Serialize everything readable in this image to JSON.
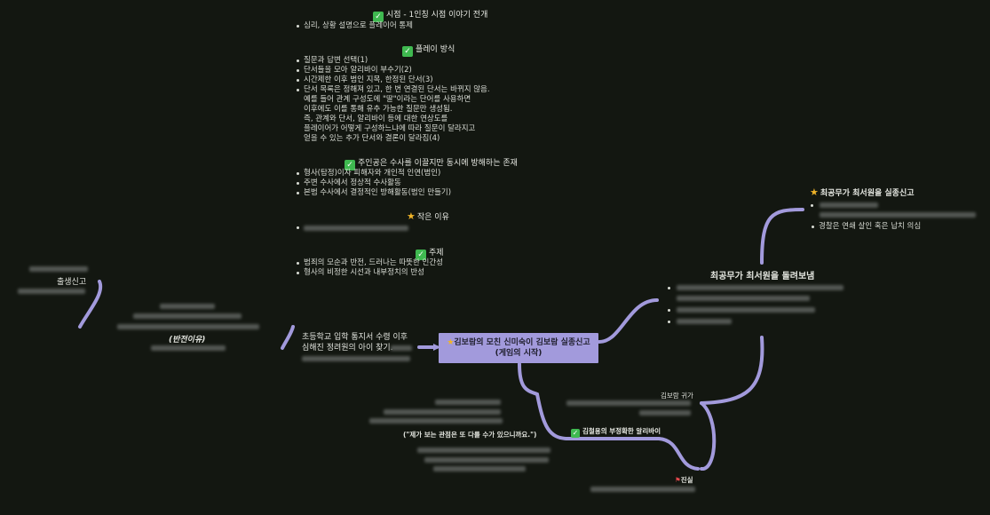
{
  "sections": {
    "viewpoint": {
      "title": "시점 - 1인칭 시점 이야기 전개",
      "items": [
        "심리, 상황 설명으로 플레이어 통제"
      ]
    },
    "play": {
      "title": "플레이 방식",
      "items": [
        "질문과 답변 선택(1)",
        "단서들을 모아 알리바이 부수기(2)",
        "시간제한 이후 범인 지목, 한정된 단서(3)",
        "단서 목록은 정해져 있고, 한 번 연결된 단서는 바뀌지 않음.\n예를 들어 관계 구성도에 \"딸\"이라는 단어를 사용하면\n이후에도 이를 통해 유추 가능한 질문만 생성됨.\n즉, 관계와 단서, 알리바이 등에 대한 연상도를\n플레이어가 어떻게 구성하느냐에 따라 질문이 달라지고\n얻을 수 있는 추가 단서와 결론이 달라짐(4)"
      ]
    },
    "protagonist": {
      "title": "주인공은 수사를 이끌지만 동시에 방해하는 존재",
      "items": [
        "형사(탐정)이자 피해자와 개인적 인연(범인)",
        "주변 수사에서 정상적 수사활동",
        "본범 수사에서 결정적인 방해활동(범인 만들기)"
      ]
    },
    "title_reason": {
      "title": "작은 이유"
    },
    "theme": {
      "title": "주제",
      "items": [
        "범죄의 모순과 반전, 드러나는 따뜻한 인간성",
        "형사의 비정한 시선과 내부정치의 반성"
      ]
    }
  },
  "nodes": {
    "birth_report": "출생신고",
    "reversal_reason": "(반전이유)",
    "school_notice": "초등학교 입학 통지서 수령 이후\n심해진 정려원의 아이 찾기.",
    "central": "김보람의 모친 신미숙이 김보람 실종신고\n(게임의 시작)",
    "quote": "(\"제가 보는 관점은 또 다를 수가 있으니까요.\")",
    "alibi": "김철용의 부정확한 알리바이",
    "truth": "진실",
    "return_home": "김보람 귀가",
    "send_away": "최공무가 최서원을 돌려보냄",
    "missing_report": {
      "title": "최공무가 최서원을 실종신고",
      "items": [
        "경찰은 연쇄 살인 혹은 납치 의심"
      ]
    }
  },
  "colors": {
    "background": "#131711",
    "connector": "#a29adc",
    "central_box": "#a29adc",
    "check": "#3fb950",
    "star": "#f0b429",
    "flag": "#e5484d"
  },
  "icons": [
    "check-icon",
    "star-icon",
    "flag-icon"
  ]
}
